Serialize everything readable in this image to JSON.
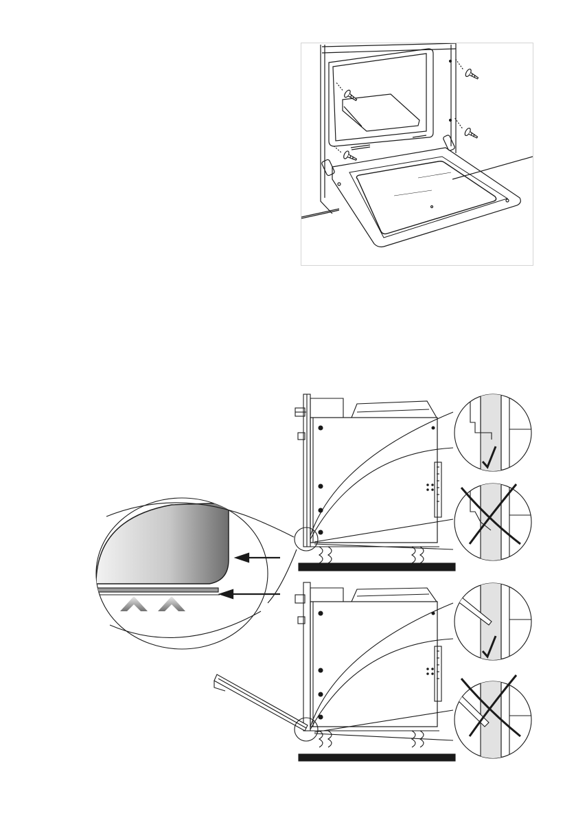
{
  "figures": [
    {
      "id": "oven-door-screws",
      "icons": [
        "screw-icon",
        "screw-icon",
        "screw-icon",
        "screw-icon"
      ]
    },
    {
      "id": "oven-installation-checks",
      "panels": [
        {
          "state": "door-closed",
          "detail_ok": "check-mark-icon",
          "detail_wrong": "cross-mark-icon"
        },
        {
          "state": "door-open",
          "detail_ok": "check-mark-icon",
          "detail_wrong": "cross-mark-icon"
        }
      ],
      "magnifier_icons": [
        "arrow-left-icon",
        "arrow-left-icon",
        "vent-arrow-icon",
        "vent-arrow-icon"
      ]
    }
  ],
  "colors": {
    "line": "#1a1a1a",
    "frame": "#d4d4d4",
    "floor": "#1a1a1a",
    "gradient_light": "#f2f2f2",
    "gradient_dark": "#6e6e6e"
  }
}
